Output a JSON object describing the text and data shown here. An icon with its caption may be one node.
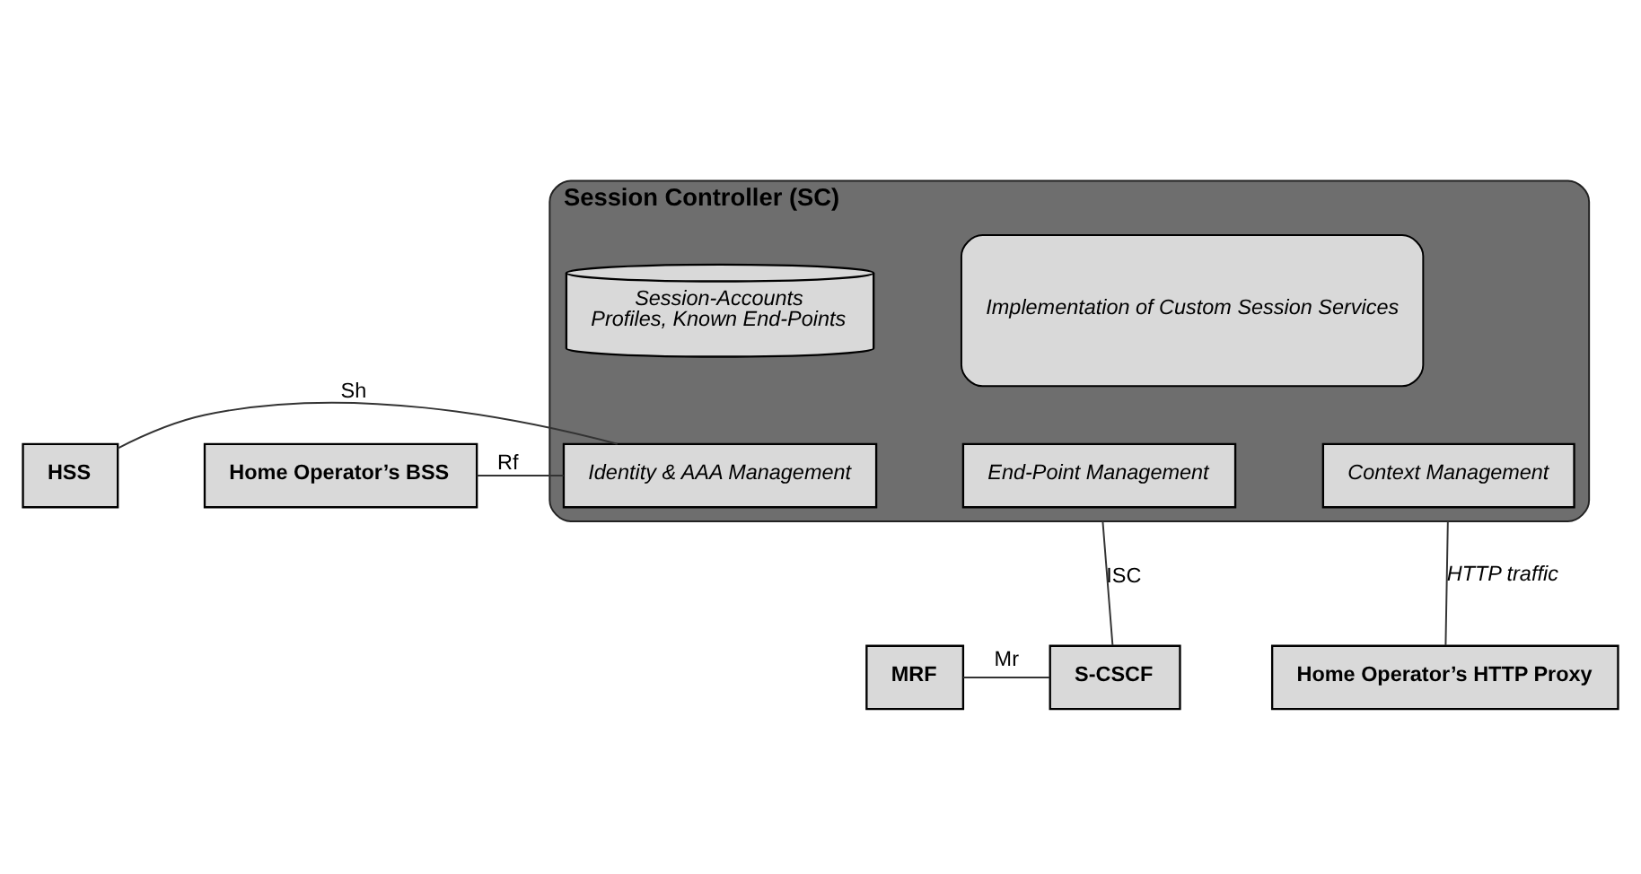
{
  "diagram": {
    "nodes": [
      {
        "text": [
          "Session Controller (SC)"
        ]
      },
      {
        "text": [
          "Session-Accounts",
          "Profiles, Known End-Points"
        ],
        "in": 0
      },
      {
        "text": [
          "Implementation of Custom Session Services"
        ],
        "in": 0
      },
      {
        "text": [
          "Identity & AAA Management"
        ],
        "in": 0
      },
      {
        "text": [
          "End-Point Management"
        ],
        "in": 0
      },
      {
        "text": [
          "Context Management"
        ],
        "in": 0
      },
      {
        "text": [
          "HSS"
        ]
      },
      {
        "text": [
          "Home Operator’s BSS"
        ]
      },
      {
        "text": [
          "MRF"
        ]
      },
      {
        "text": [
          "S-CSCF"
        ]
      },
      {
        "text": [
          "Home Operator’s HTTP Proxy"
        ]
      }
    ],
    "edges": [
      {
        "from": 6,
        "to": 3,
        "arrow": "none",
        "label": "Sh"
      },
      {
        "from": 7,
        "to": 3,
        "arrow": "none",
        "label": "Rf"
      },
      {
        "from": 0,
        "to": 9,
        "arrow": "none",
        "label": "ISC"
      },
      {
        "from": 0,
        "to": 10,
        "arrow": "none",
        "label": "HTTP traffic"
      },
      {
        "from": 8,
        "to": 9,
        "arrow": "none",
        "label": "Mr"
      }
    ]
  }
}
